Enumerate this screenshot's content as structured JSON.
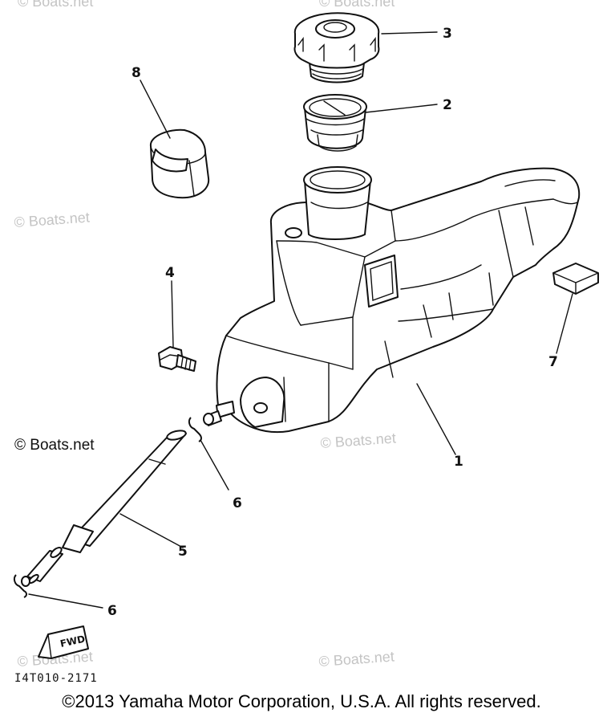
{
  "diagram": {
    "callouts": [
      "3",
      "2",
      "8",
      "4",
      "7",
      "1",
      "6",
      "5",
      "6"
    ],
    "watermark": "© Boats.net",
    "drawing_code": "I4T010-2171",
    "fwd_label": "FWD",
    "copyright": "©2013 Yamaha Motor Corporation, U.S.A. All rights reserved."
  }
}
